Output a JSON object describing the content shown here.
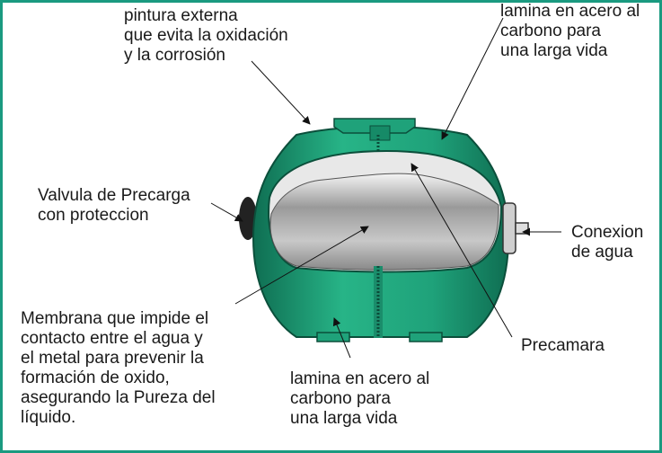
{
  "labels": {
    "pintura": "pintura externa\nque evita la oxidación\ny la corrosión",
    "lamina_top": "lamina en acero al\ncarbono para\nuna larga vida",
    "valvula": "Valvula de Precarga\ncon proteccion",
    "conexion": "Conexion\nde agua",
    "membrana": "Membrana que impide el\ncontacto entre el agua y\nel metal para prevenir la\nformación de oxido,\nasegurando la Pureza del\nlíquido.",
    "precamara": "Precamara",
    "lamina_bottom": "lamina en acero al\ncarbono para\nuna larga vida"
  },
  "colors": {
    "frame": "#1a9a80",
    "tank": "#1fa27a",
    "tank_dark": "#0f6e52",
    "membrane": "#a9a9a9",
    "precamara": "#e6e6e6",
    "text": "#1a1a1a"
  }
}
